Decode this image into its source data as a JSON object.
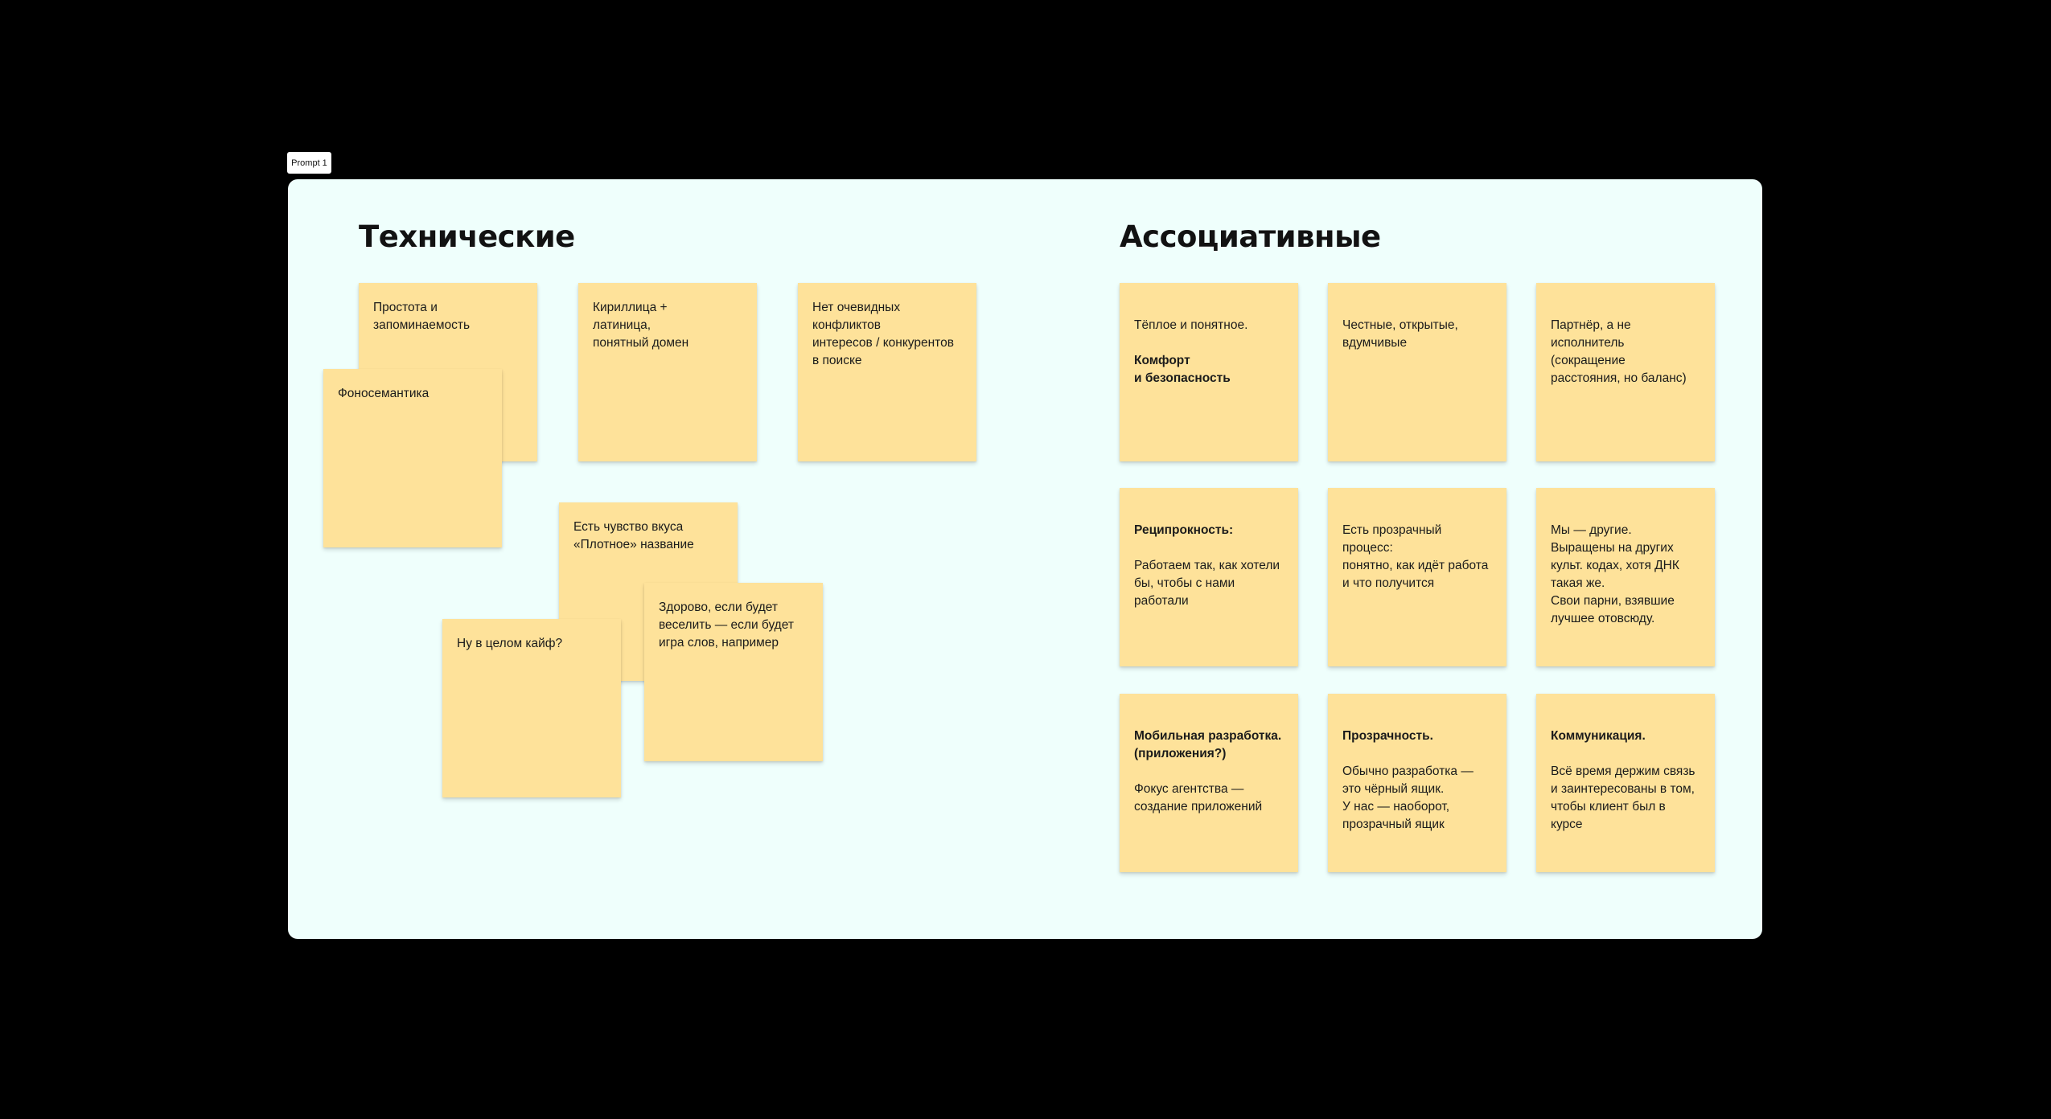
{
  "frame": {
    "label": "Prompt 1",
    "background": "#effffc"
  },
  "colors": {
    "canvas": "#000000",
    "sticky": "#fee29a"
  },
  "sections": {
    "technical": {
      "title": "Технические",
      "notes": {
        "simplicity": "Простота и\nзапоминаемость",
        "cyrillic": "Кириллица +\nлатиница,\nпонятный домен",
        "conflicts": "Нет очевидных\nконфликтов\nинтересов / конкурентов\nв поиске",
        "phonosemantics": "Фоносемантика",
        "taste": "Есть чувство вкуса\n«Плотное» название",
        "fun": "Здорово, если будет\nвеселить — если будет\nигра слов, например",
        "vibe": "Ну в целом кайф?"
      }
    },
    "associative": {
      "title": "Ассоциативные",
      "notes": {
        "warm": {
          "text": "Тёплое и понятное.",
          "bold": "Комфорт\nи безопасность"
        },
        "honest": {
          "text": "Честные, открытые,\nвдумчивые"
        },
        "partner": {
          "text": "Партнёр, а не\nисполнитель\n(сокращение\nрасстояния, но баланс)"
        },
        "reciprocity": {
          "bold": "Реципрокность:",
          "text": "Работаем так, как хотели\nбы, чтобы с нами\nработали"
        },
        "process": {
          "text": "Есть прозрачный\nпроцесс:\nпонятно, как идёт работа\nи что получится"
        },
        "different": {
          "text": "Мы — другие.\nВыращены на других\nкульт. кодах, хотя ДНК\nтакая же.\nСвои парни, взявшие\nлучшее отовсюду."
        },
        "mobile": {
          "bold": "Мобильная разработка.\n(приложения?)",
          "text": "Фокус агентства —\nсоздание приложений"
        },
        "transparency": {
          "bold": "Прозрачность.",
          "text": "Обычно разработка —\nэто чёрный ящик.\nУ нас — наоборот,\nпрозрачный ящик"
        },
        "communication": {
          "bold": "Коммуникация.",
          "text": "Всё время держим связь\nи заинтересованы в том,\nчтобы клиент был в\nкурсе"
        }
      }
    }
  }
}
